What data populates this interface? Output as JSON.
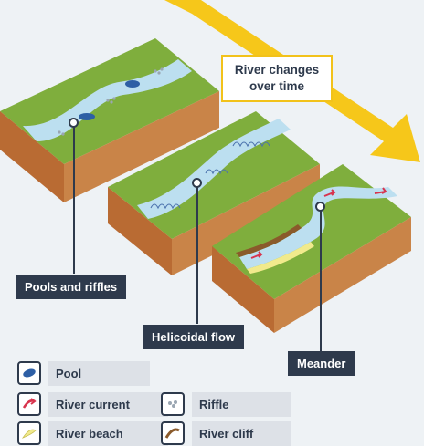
{
  "time_arrow": {
    "text_line1": "River changes",
    "text_line2": "over time",
    "color": "#f6c71a"
  },
  "labels": {
    "pools_riffles": "Pools and riffles",
    "helicoidal": "Helicoidal flow",
    "meander": "Meander"
  },
  "legend": {
    "pool": "Pool",
    "current": "River current",
    "riffle": "Riffle",
    "beach": "River beach",
    "cliff": "River cliff"
  },
  "colors": {
    "grass": "#7fae3d",
    "soil": "#c47a3e",
    "water": "#bcdff0",
    "label_bg": "#2e3a4c",
    "pool": "#2d5fa5",
    "current": "#d8344e",
    "beach": "#f1ea8c",
    "cliff": "#8a5a2b"
  }
}
